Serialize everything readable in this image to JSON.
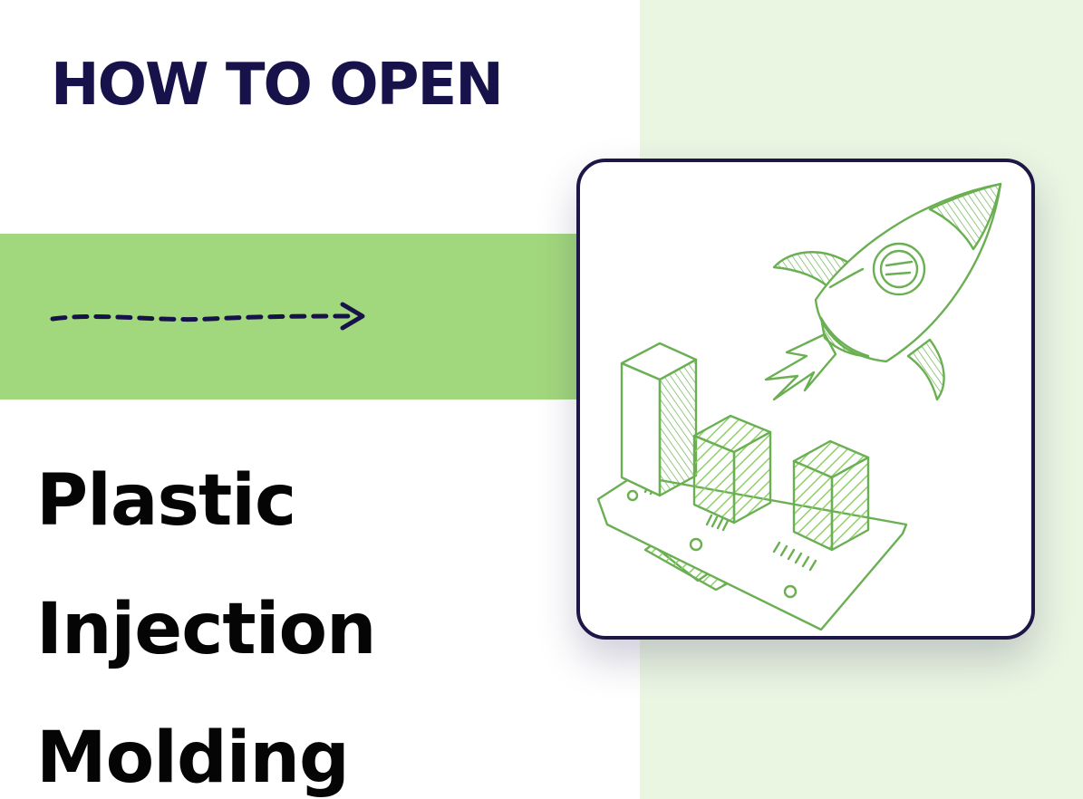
{
  "header": {
    "kicker": "HOW TO OPEN"
  },
  "title": {
    "lines": [
      "Plastic",
      "Injection",
      "Molding"
    ]
  },
  "colors": {
    "navy": "#17124a",
    "band_green": "#a2d87d",
    "panel_green": "#eaf6e2",
    "sketch_green": "#6ab052",
    "hatch_green": "#8fd06a",
    "card_border": "#1d1747"
  },
  "icons": {
    "arrow": "dashed-arrow-right-icon",
    "illustration": "rocket-growth-chart-sketch"
  }
}
